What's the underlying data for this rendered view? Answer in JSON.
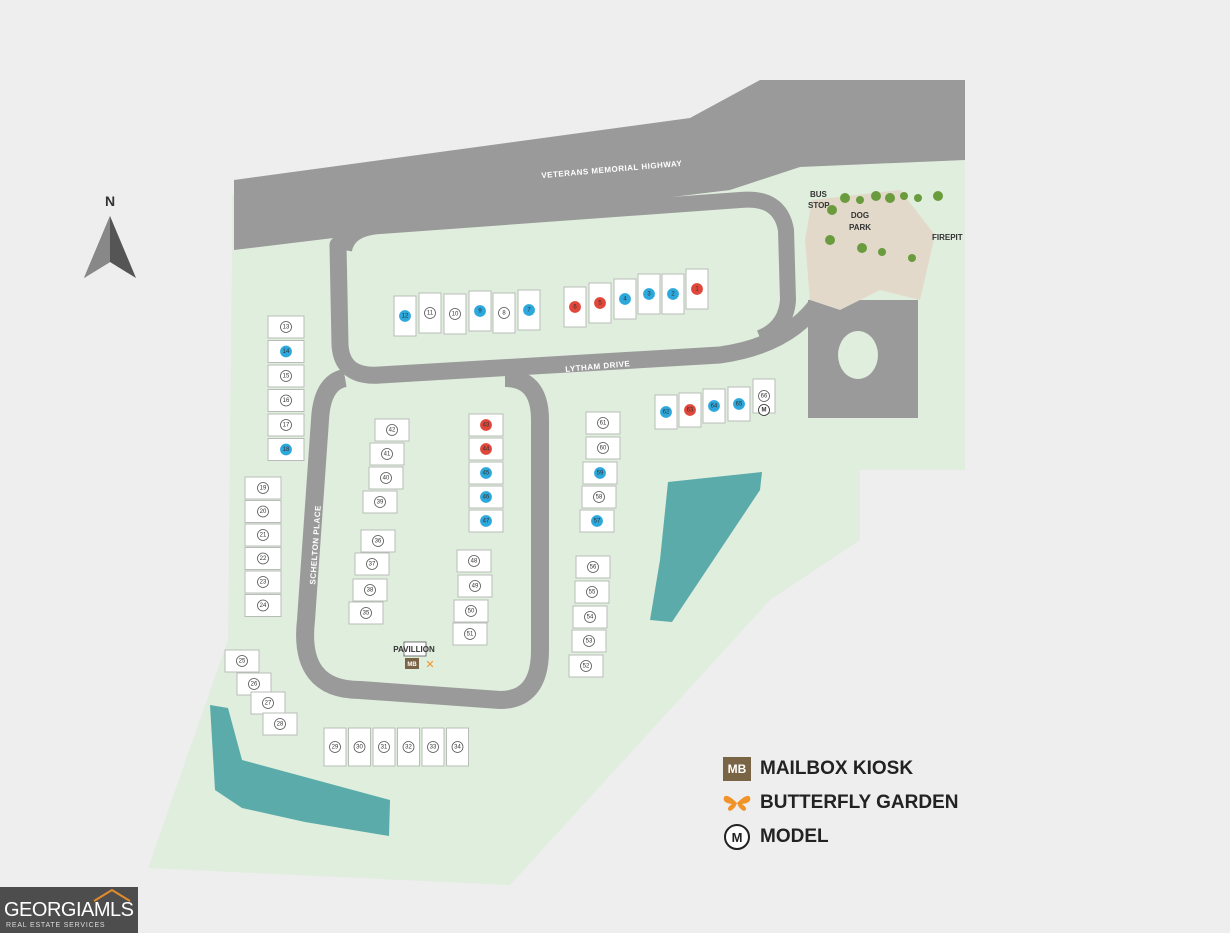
{
  "north": "N",
  "roads": {
    "highway": "VETERANS MEMORIAL HIGHWAY",
    "lytham": "LYTHAM DRIVE",
    "schelton": "SCHELTON PLACE"
  },
  "amenities": {
    "bus_stop_1": "BUS",
    "bus_stop_2": "STOP",
    "dog_park_1": "DOG",
    "dog_park_2": "PARK",
    "firepit": "FIREPIT",
    "pavilion": "PAVILLION",
    "mb_marker": "MB"
  },
  "legend": {
    "mailbox_icon": "MB",
    "mailbox": "MAILBOX KIOSK",
    "butterfly": "BUTTERFLY GARDEN",
    "model_icon": "M",
    "model": "MODEL"
  },
  "logo": {
    "main": "GEORGIAMLS",
    "sub": "REAL ESTATE SERVICES"
  },
  "colors": {
    "sold": "#e0473a",
    "available": "#2da8dc",
    "model": "#ffffff",
    "pond": "#5aabaa",
    "road": "#9a9a9a",
    "green": "#dfeedd",
    "butterfly": "#f0942a"
  },
  "lots": [
    {
      "number": "1",
      "status": "sold"
    },
    {
      "number": "2",
      "status": "available"
    },
    {
      "number": "3",
      "status": "available"
    },
    {
      "number": "4",
      "status": "available"
    },
    {
      "number": "5",
      "status": "sold"
    },
    {
      "number": "6",
      "status": "sold"
    },
    {
      "number": "7",
      "status": "available"
    },
    {
      "number": "8",
      "status": "unsold"
    },
    {
      "number": "9",
      "status": "available"
    },
    {
      "number": "10",
      "status": "unsold"
    },
    {
      "number": "11",
      "status": "unsold"
    },
    {
      "number": "12",
      "status": "available"
    },
    {
      "number": "13",
      "status": "unsold"
    },
    {
      "number": "14",
      "status": "available"
    },
    {
      "number": "15",
      "status": "unsold"
    },
    {
      "number": "16",
      "status": "unsold"
    },
    {
      "number": "17",
      "status": "unsold"
    },
    {
      "number": "18",
      "status": "available"
    },
    {
      "number": "19",
      "status": "unsold"
    },
    {
      "number": "20",
      "status": "unsold"
    },
    {
      "number": "21",
      "status": "unsold"
    },
    {
      "number": "22",
      "status": "unsold"
    },
    {
      "number": "23",
      "status": "unsold"
    },
    {
      "number": "24",
      "status": "unsold"
    },
    {
      "number": "25",
      "status": "unsold"
    },
    {
      "number": "26",
      "status": "unsold"
    },
    {
      "number": "27",
      "status": "unsold"
    },
    {
      "number": "28",
      "status": "unsold"
    },
    {
      "number": "29",
      "status": "unsold"
    },
    {
      "number": "30",
      "status": "unsold"
    },
    {
      "number": "31",
      "status": "unsold"
    },
    {
      "number": "32",
      "status": "unsold"
    },
    {
      "number": "33",
      "status": "unsold"
    },
    {
      "number": "34",
      "status": "unsold"
    },
    {
      "number": "35",
      "status": "unsold"
    },
    {
      "number": "36",
      "status": "unsold"
    },
    {
      "number": "37",
      "status": "unsold"
    },
    {
      "number": "38",
      "status": "unsold"
    },
    {
      "number": "39",
      "status": "unsold"
    },
    {
      "number": "40",
      "status": "unsold"
    },
    {
      "number": "41",
      "status": "unsold"
    },
    {
      "number": "42",
      "status": "unsold"
    },
    {
      "number": "43",
      "status": "sold"
    },
    {
      "number": "44",
      "status": "sold"
    },
    {
      "number": "45",
      "status": "available"
    },
    {
      "number": "46",
      "status": "available"
    },
    {
      "number": "47",
      "status": "available"
    },
    {
      "number": "48",
      "status": "unsold"
    },
    {
      "number": "49",
      "status": "unsold"
    },
    {
      "number": "50",
      "status": "unsold"
    },
    {
      "number": "51",
      "status": "unsold"
    },
    {
      "number": "52",
      "status": "unsold"
    },
    {
      "number": "53",
      "status": "unsold"
    },
    {
      "number": "54",
      "status": "unsold"
    },
    {
      "number": "55",
      "status": "unsold"
    },
    {
      "number": "56",
      "status": "unsold"
    },
    {
      "number": "57",
      "status": "available"
    },
    {
      "number": "58",
      "status": "unsold"
    },
    {
      "number": "59",
      "status": "available"
    },
    {
      "number": "60",
      "status": "unsold"
    },
    {
      "number": "61",
      "status": "unsold"
    },
    {
      "number": "62",
      "status": "available"
    },
    {
      "number": "63",
      "status": "sold"
    },
    {
      "number": "64",
      "status": "available"
    },
    {
      "number": "65",
      "status": "available"
    },
    {
      "number": "66",
      "status": "model"
    }
  ]
}
